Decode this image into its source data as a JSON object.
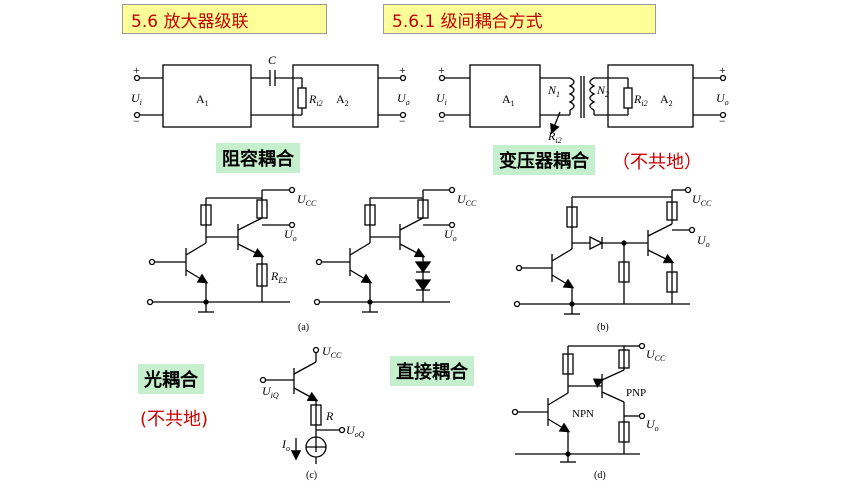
{
  "header": {
    "section": "5.6  放大器级联",
    "subsection": "5.6.1  级间耦合方式"
  },
  "labels": {
    "rc_coupling": "阻容耦合",
    "transformer_coupling": "变压器耦合",
    "transformer_note": "（不共地）",
    "optical_coupling": "光耦合",
    "optical_note": "(不共地)",
    "direct_coupling": "直接耦合"
  },
  "circuit_text": {
    "C": "C",
    "A1": "A",
    "A1_sub": "1",
    "A2": "A",
    "A2_sub": "2",
    "Ri2": "R",
    "Ri2_sub": "i2",
    "Ui": "U",
    "Ui_sub": "i",
    "Uo": "U",
    "Uo_sub": "o",
    "N1": "N",
    "N1_sub": "1",
    "N2": "N",
    "N2_sub": "2",
    "RLp": "R",
    "RLp_sub": "i2",
    "Ucc": "U",
    "Ucc_sub": "CC",
    "RE2": "R",
    "RE2_sub": "E2",
    "UiQ": "U",
    "UiQ_sub": "iQ",
    "UoQ": "U",
    "UoQ_sub": "oQ",
    "R": "R",
    "Io": "I",
    "Io_sub": "o",
    "NPN": "NPN",
    "PNP": "PNP",
    "plus": "+",
    "minus": "−",
    "cap_a": "(a)",
    "cap_b": "(b)",
    "cap_c": "(c)",
    "cap_d": "(d)"
  }
}
